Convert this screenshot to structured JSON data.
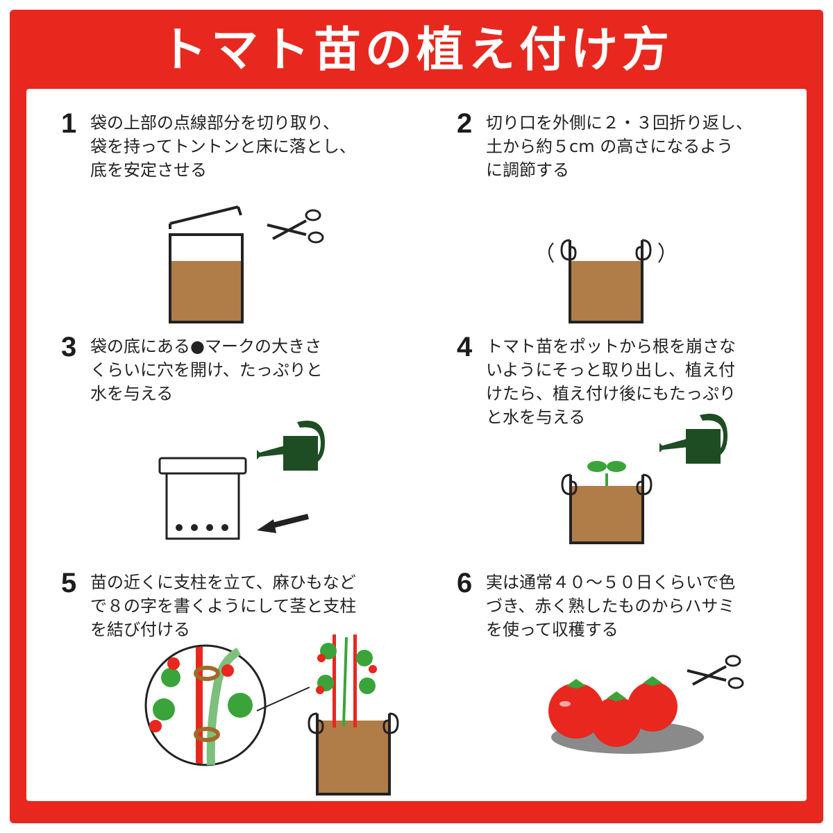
{
  "title": "トマト苗の植え付け方",
  "colors": {
    "frame_red": "#e8281e",
    "soil": "#b07c47",
    "watering_can": "#1e4d24",
    "tomato_red": "#e8281e",
    "leaf_green": "#3aa43a"
  },
  "steps": [
    {
      "number": "1",
      "text": "袋の上部の点線部分を切り取り、\n袋を持ってトントンと床に落とし、\n底を安定させる",
      "icons": [
        "bag-with-soil-icon",
        "scissors-icon"
      ]
    },
    {
      "number": "2",
      "text": "切り口を外側に２・３回折り返し、\n土から約５cm の高さになるよう\nに調節する",
      "icons": [
        "folded-bag-icon",
        "fold-arrow-icon"
      ]
    },
    {
      "number": "3",
      "text": "袋の底にある●マークの大きさ\nくらいに穴を開け、たっぷりと\n水を与える",
      "icons": [
        "bag-with-holes-icon",
        "watering-can-icon",
        "arrow-icon"
      ]
    },
    {
      "number": "4",
      "text": "トマト苗をポットから根を崩さな\nいようにそっと取り出し、植え付\nけたら、植え付け後にもたっぷり\nと水を与える",
      "icons": [
        "seedling-bag-icon",
        "watering-can-icon"
      ]
    },
    {
      "number": "5",
      "text": "苗の近くに支柱を立て、麻ひもなど\nで８の字を書くようにして茎と支柱\nを結び付ける",
      "icons": [
        "tomato-plant-icon",
        "magnified-tie-icon"
      ]
    },
    {
      "number": "6",
      "text": "実は通常４０～５０日くらいで色\nづき、赤く熟したものからハサミ\nを使って収穫する",
      "icons": [
        "tomatoes-icon",
        "scissors-icon"
      ]
    }
  ]
}
